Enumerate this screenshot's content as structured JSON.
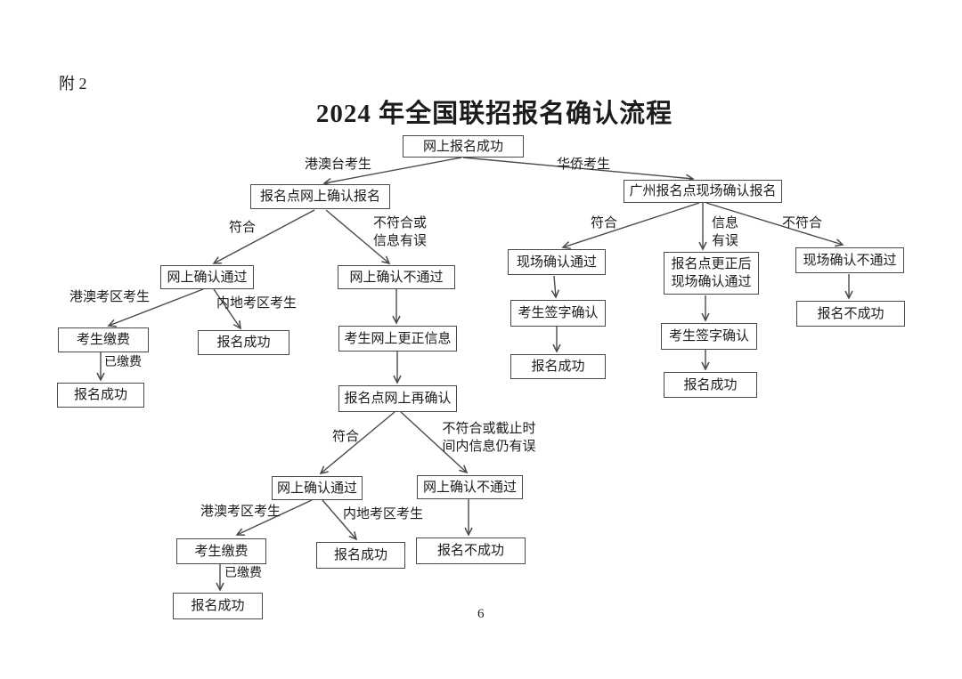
{
  "page": {
    "annex_label": "附 2",
    "title": "2024 年全国联招报名确认流程",
    "page_number": "6"
  },
  "colors": {
    "background": "#ffffff",
    "line": "#4a4a4a",
    "text": "#1c1c1c"
  },
  "flowchart": {
    "nodes": {
      "start": {
        "label": "网上报名成功"
      },
      "left_confirm": {
        "label": "报名点网上确认报名"
      },
      "right_confirm": {
        "label": "广州报名点现场确认报名"
      },
      "online_pass_1": {
        "label": "网上确认通过"
      },
      "online_fail_1": {
        "label": "网上确认不通过"
      },
      "pay_1": {
        "label": "考生缴费"
      },
      "success_mid_1": {
        "label": "报名成功"
      },
      "success_left_1": {
        "label": "报名成功"
      },
      "update_info": {
        "label": "考生网上更正信息"
      },
      "reconfirm": {
        "label": "报名点网上再确认"
      },
      "online_pass_2": {
        "label": "网上确认通过"
      },
      "online_fail_2": {
        "label": "网上确认不通过"
      },
      "pay_2": {
        "label": "考生缴费"
      },
      "success_mid_2": {
        "label": "报名成功"
      },
      "fail_2": {
        "label": "报名不成功"
      },
      "success_left_2": {
        "label": "报名成功"
      },
      "site_pass": {
        "label": "现场确认通过"
      },
      "site_correct": {
        "label": "报名点更正后\n现场确认通过"
      },
      "site_fail": {
        "label": "现场确认不通过"
      },
      "sign_1": {
        "label": "考生签字确认"
      },
      "sign_2": {
        "label": "考生签字确认"
      },
      "success_r1": {
        "label": "报名成功"
      },
      "success_r2": {
        "label": "报名成功"
      },
      "fail_1": {
        "label": "报名不成功"
      }
    },
    "edge_labels": {
      "hmt_candidates": "港澳台考生",
      "overseas_candidates": "华侨考生",
      "match_1": "符合",
      "mismatch_1": "不符合或\n信息有误",
      "hk_macau_zone_1": "港澳考区考生",
      "mainland_zone_1": "内地考区考生",
      "paid_1": "已缴费",
      "match_2": "符合",
      "mismatch_2": "不符合或截止时\n间内信息仍有误",
      "hk_macau_zone_2": "港澳考区考生",
      "mainland_zone_2": "内地考区考生",
      "paid_2": "已缴费",
      "match_3": "符合",
      "info_error": "信息\n有误",
      "mismatch_3": "不符合"
    }
  }
}
